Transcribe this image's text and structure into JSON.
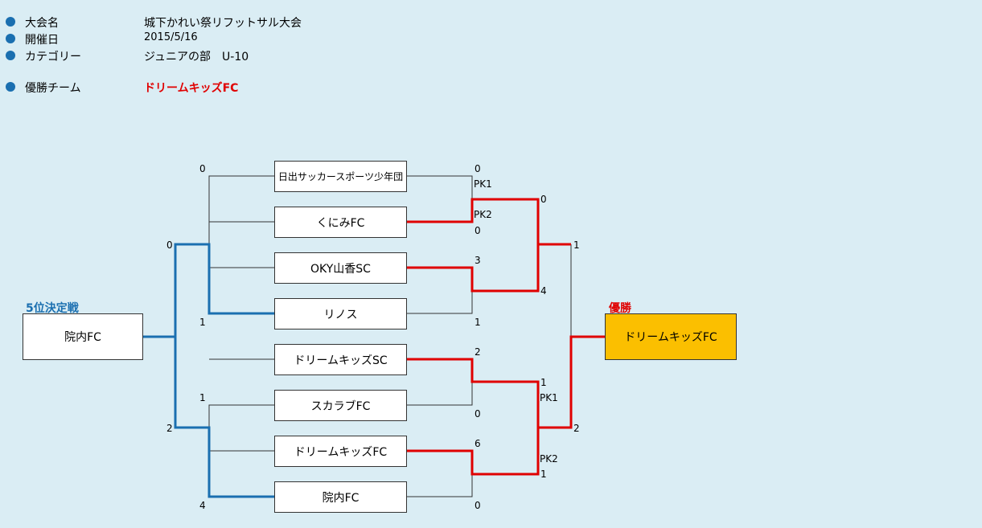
{
  "info": {
    "tournament_label": "大会名",
    "tournament_value": "城下かれい祭リフットサル大会",
    "date_label": "開催日",
    "date_value": "2015/5/16",
    "category_label": "カテゴリー",
    "category_value": "ジュニアの部　U-10",
    "champion_label": "優勝チーム",
    "champion_value": "ドリームキッズFC"
  },
  "colors": {
    "background": "#daedf4",
    "bullet": "#1a6fb0",
    "winner_line": "#e00000",
    "fifth_line": "#1a6fb0",
    "champion_box": "#fbbf00"
  },
  "teams": [
    "日出サッカースポーツ少年団",
    "くにみFC",
    "OKY山香SC",
    "リノス",
    "ドリームキッズSC",
    "スカラブFC",
    "ドリームキッズFC",
    "院内FC"
  ],
  "round1_scores": [
    "0",
    "0",
    "3",
    "1",
    "2",
    "0",
    "6",
    "0"
  ],
  "pk_notes": [
    "PK1",
    "PK2",
    "PK1",
    "PK2"
  ],
  "semifinal_scores": [
    "0",
    "4",
    "1",
    "1"
  ],
  "final_scores": [
    "1",
    "2"
  ],
  "champion": {
    "title": "優勝",
    "team": "ドリームキッズFC"
  },
  "fifth_place": {
    "title": "5位決定戦",
    "team": "院内FC",
    "semi_scores": [
      "0",
      "1",
      "1",
      "4"
    ],
    "final_scores": [
      "0",
      "2"
    ]
  }
}
